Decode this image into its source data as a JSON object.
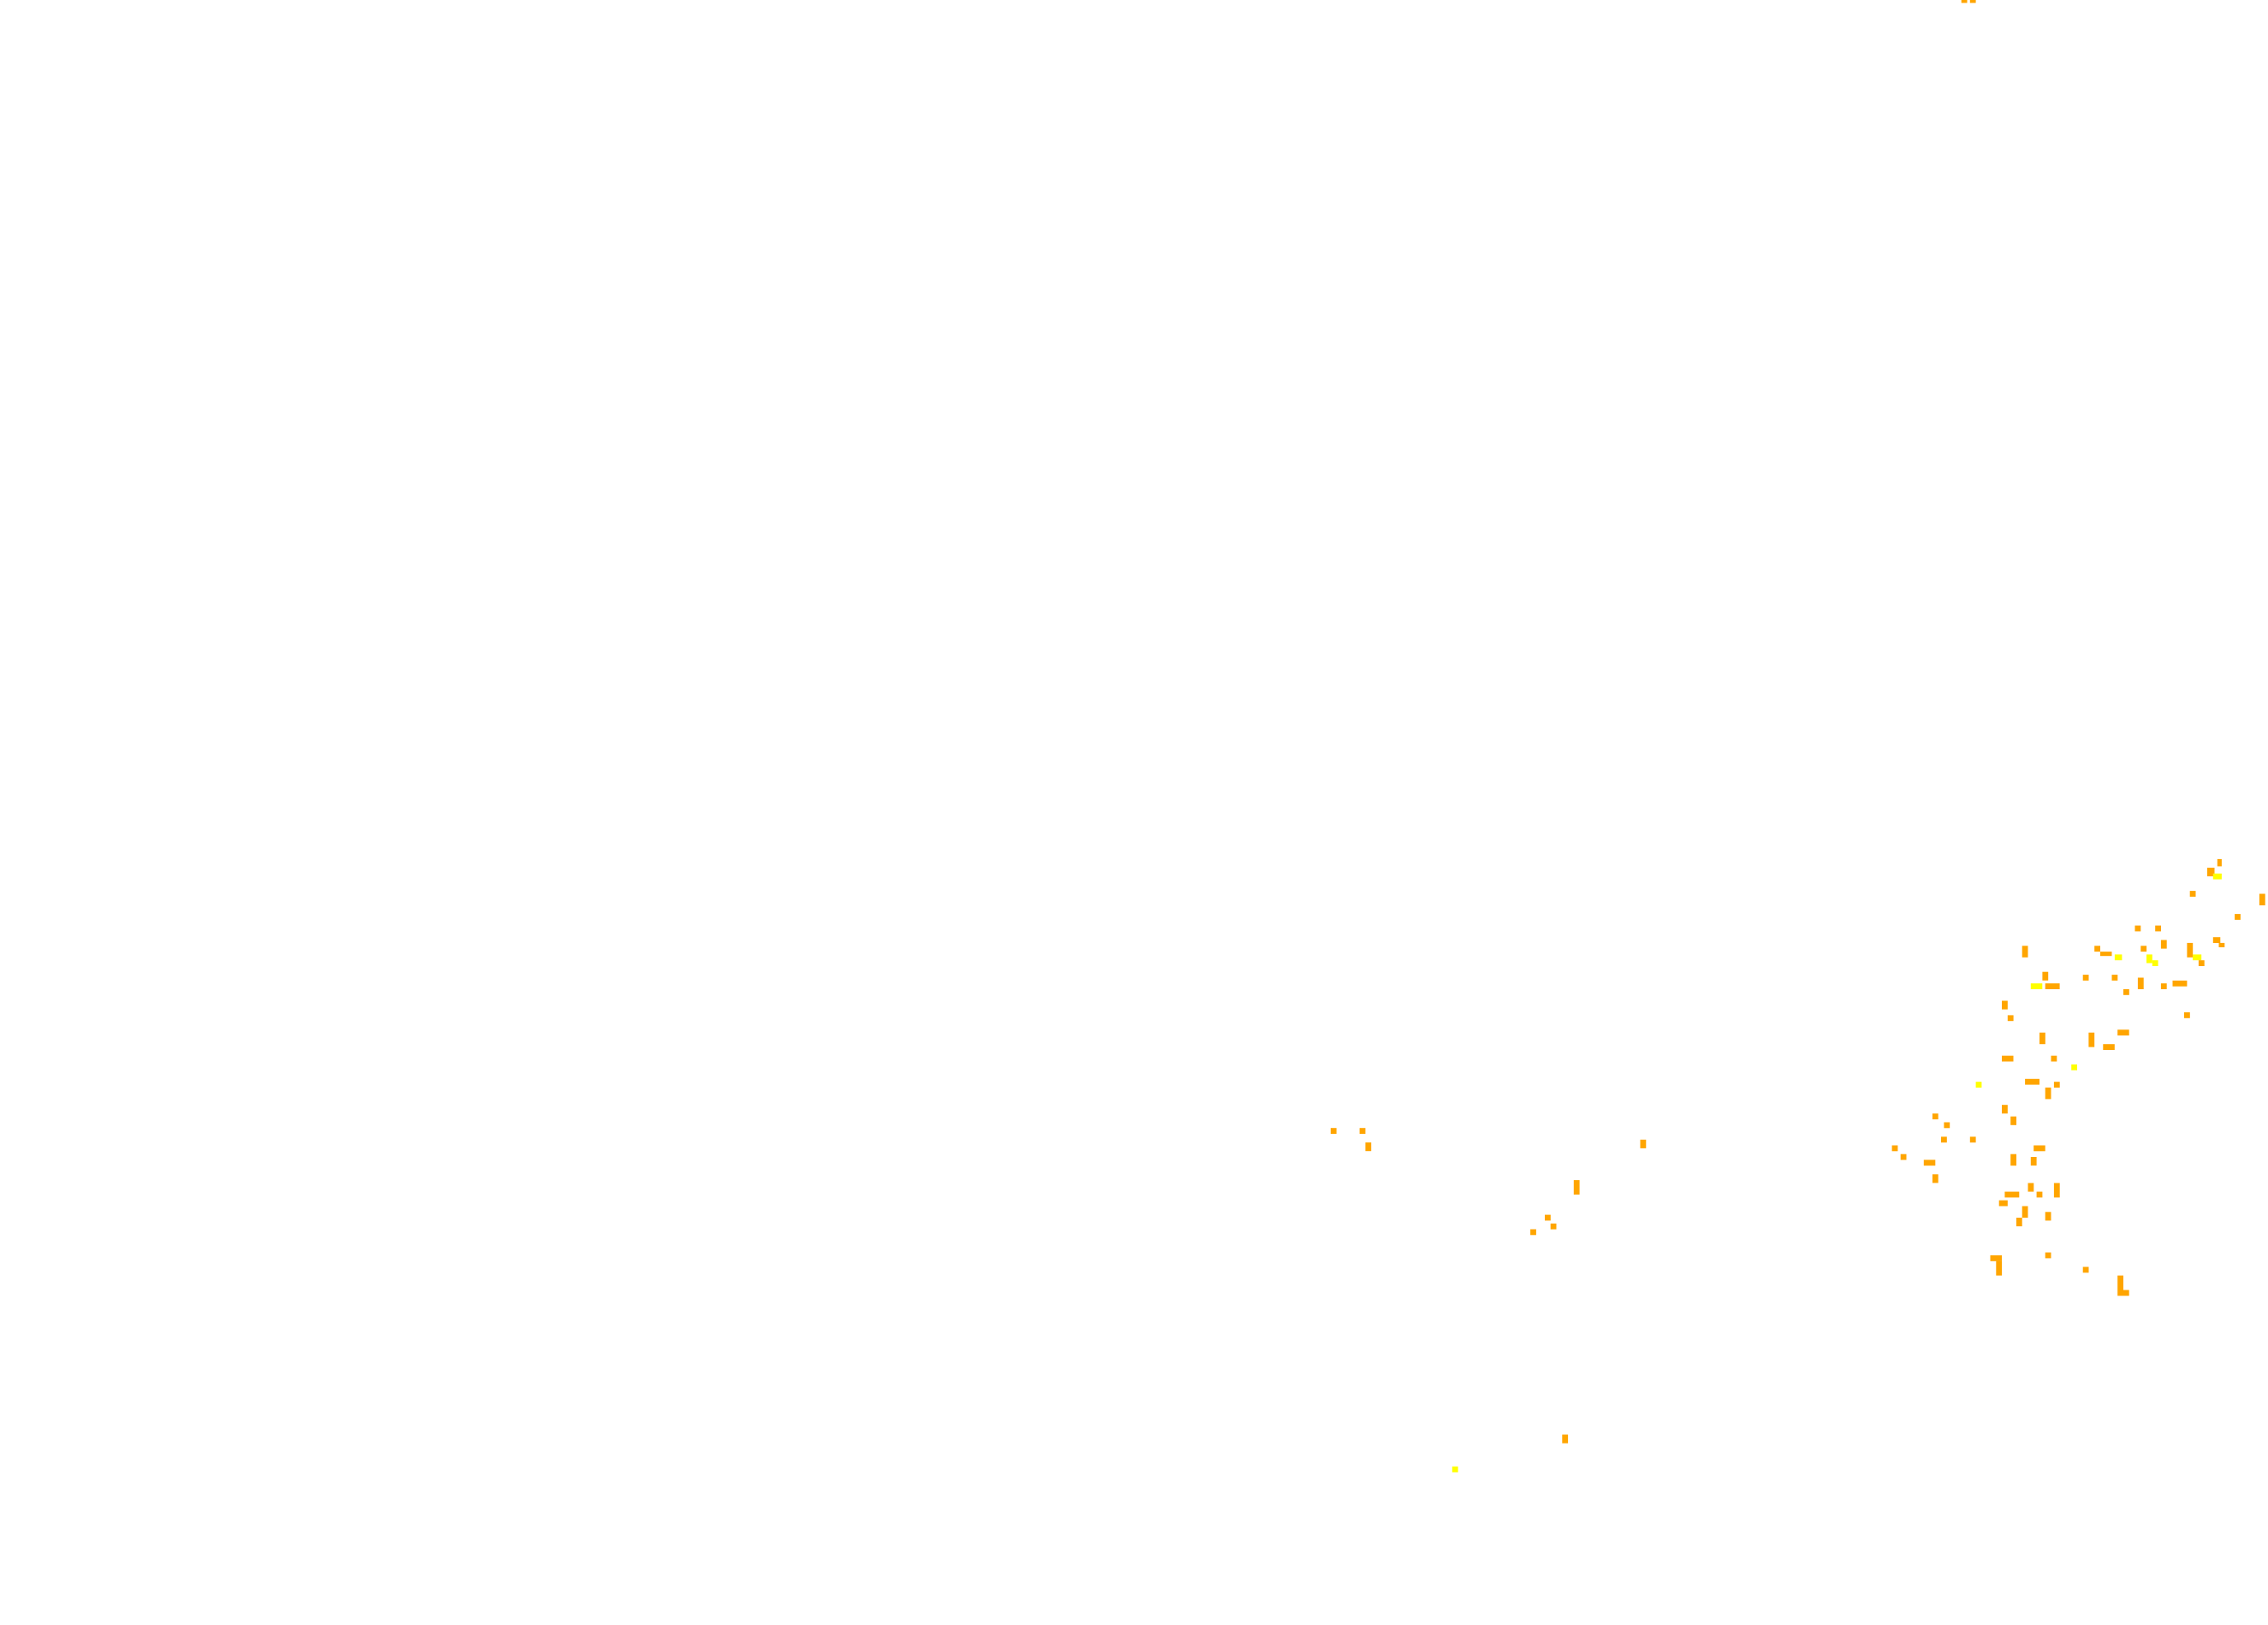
{
  "map": {
    "background_color": "#ffffff",
    "layer": "point-density",
    "colors": {
      "low": "#ffff00",
      "high": "#ffa500"
    },
    "legend": "none",
    "labels": "none"
  }
}
